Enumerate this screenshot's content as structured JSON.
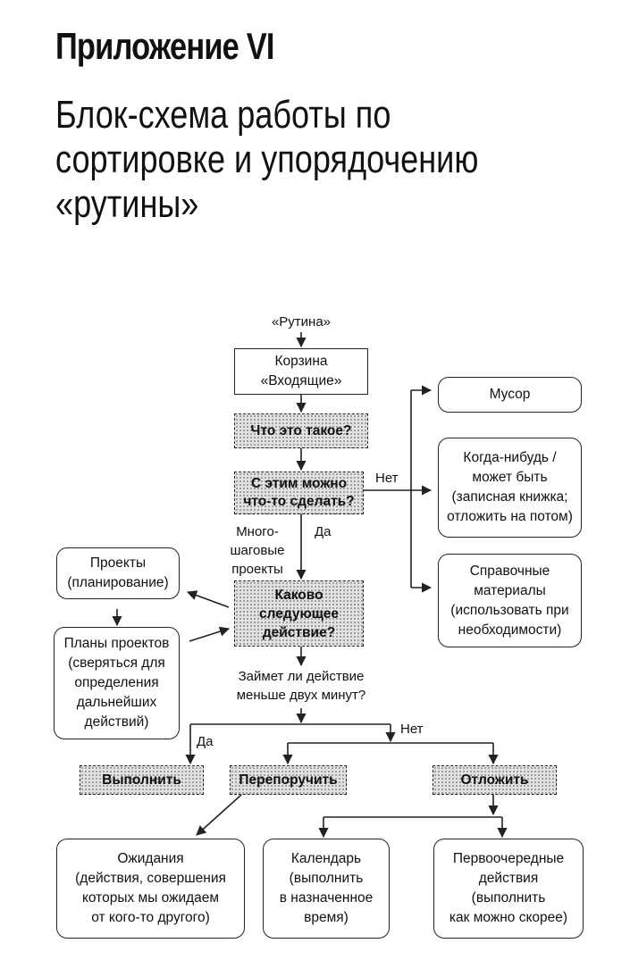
{
  "title": "Приложение VI",
  "subtitle": [
    "Блок-схема работы по",
    "сортировке и упорядочению",
    "«рутины»"
  ],
  "nodes": {
    "routine": "«Рутина»",
    "inbox": [
      "Корзина",
      "«Входящие»"
    ],
    "what_is_it": "Что это такое?",
    "actionable": [
      "С этим можно",
      "что-то сделать?"
    ],
    "trash": "Мусор",
    "someday": [
      "Когда-нибудь /",
      "может быть",
      "(записная книжка;",
      "отложить на потом)"
    ],
    "reference": [
      "Справочные",
      "материалы",
      "(использовать при",
      "необходимости)"
    ],
    "projects": [
      "Проекты",
      "(планирование)"
    ],
    "project_plans": [
      "Планы проектов",
      "(сверяться для",
      "определения",
      "дальнейших",
      "действий)"
    ],
    "next_action": [
      "Каково",
      "следующее",
      "действие?"
    ],
    "two_minutes": [
      "Займет ли действие",
      "меньше двух минут?"
    ],
    "do_it": "Выполнить",
    "delegate": "Перепоручить",
    "defer": "Отложить",
    "waiting": [
      "Ожидания",
      "(действия, совершения",
      "которых мы ожидаем",
      "от кого-то другого)"
    ],
    "calendar": [
      "Календарь",
      "(выполнить",
      "в назначенное",
      "время)"
    ],
    "next_actions": [
      "Первоочередные",
      "действия",
      "(выполнить",
      "как можно скорее)"
    ]
  },
  "edge_labels": {
    "no_actionable": "Нет",
    "yes_actionable": "Да",
    "multistep": [
      "Много-",
      "шаговые",
      "проекты"
    ],
    "yes_two_min": "Да",
    "no_two_min": "Нет"
  }
}
